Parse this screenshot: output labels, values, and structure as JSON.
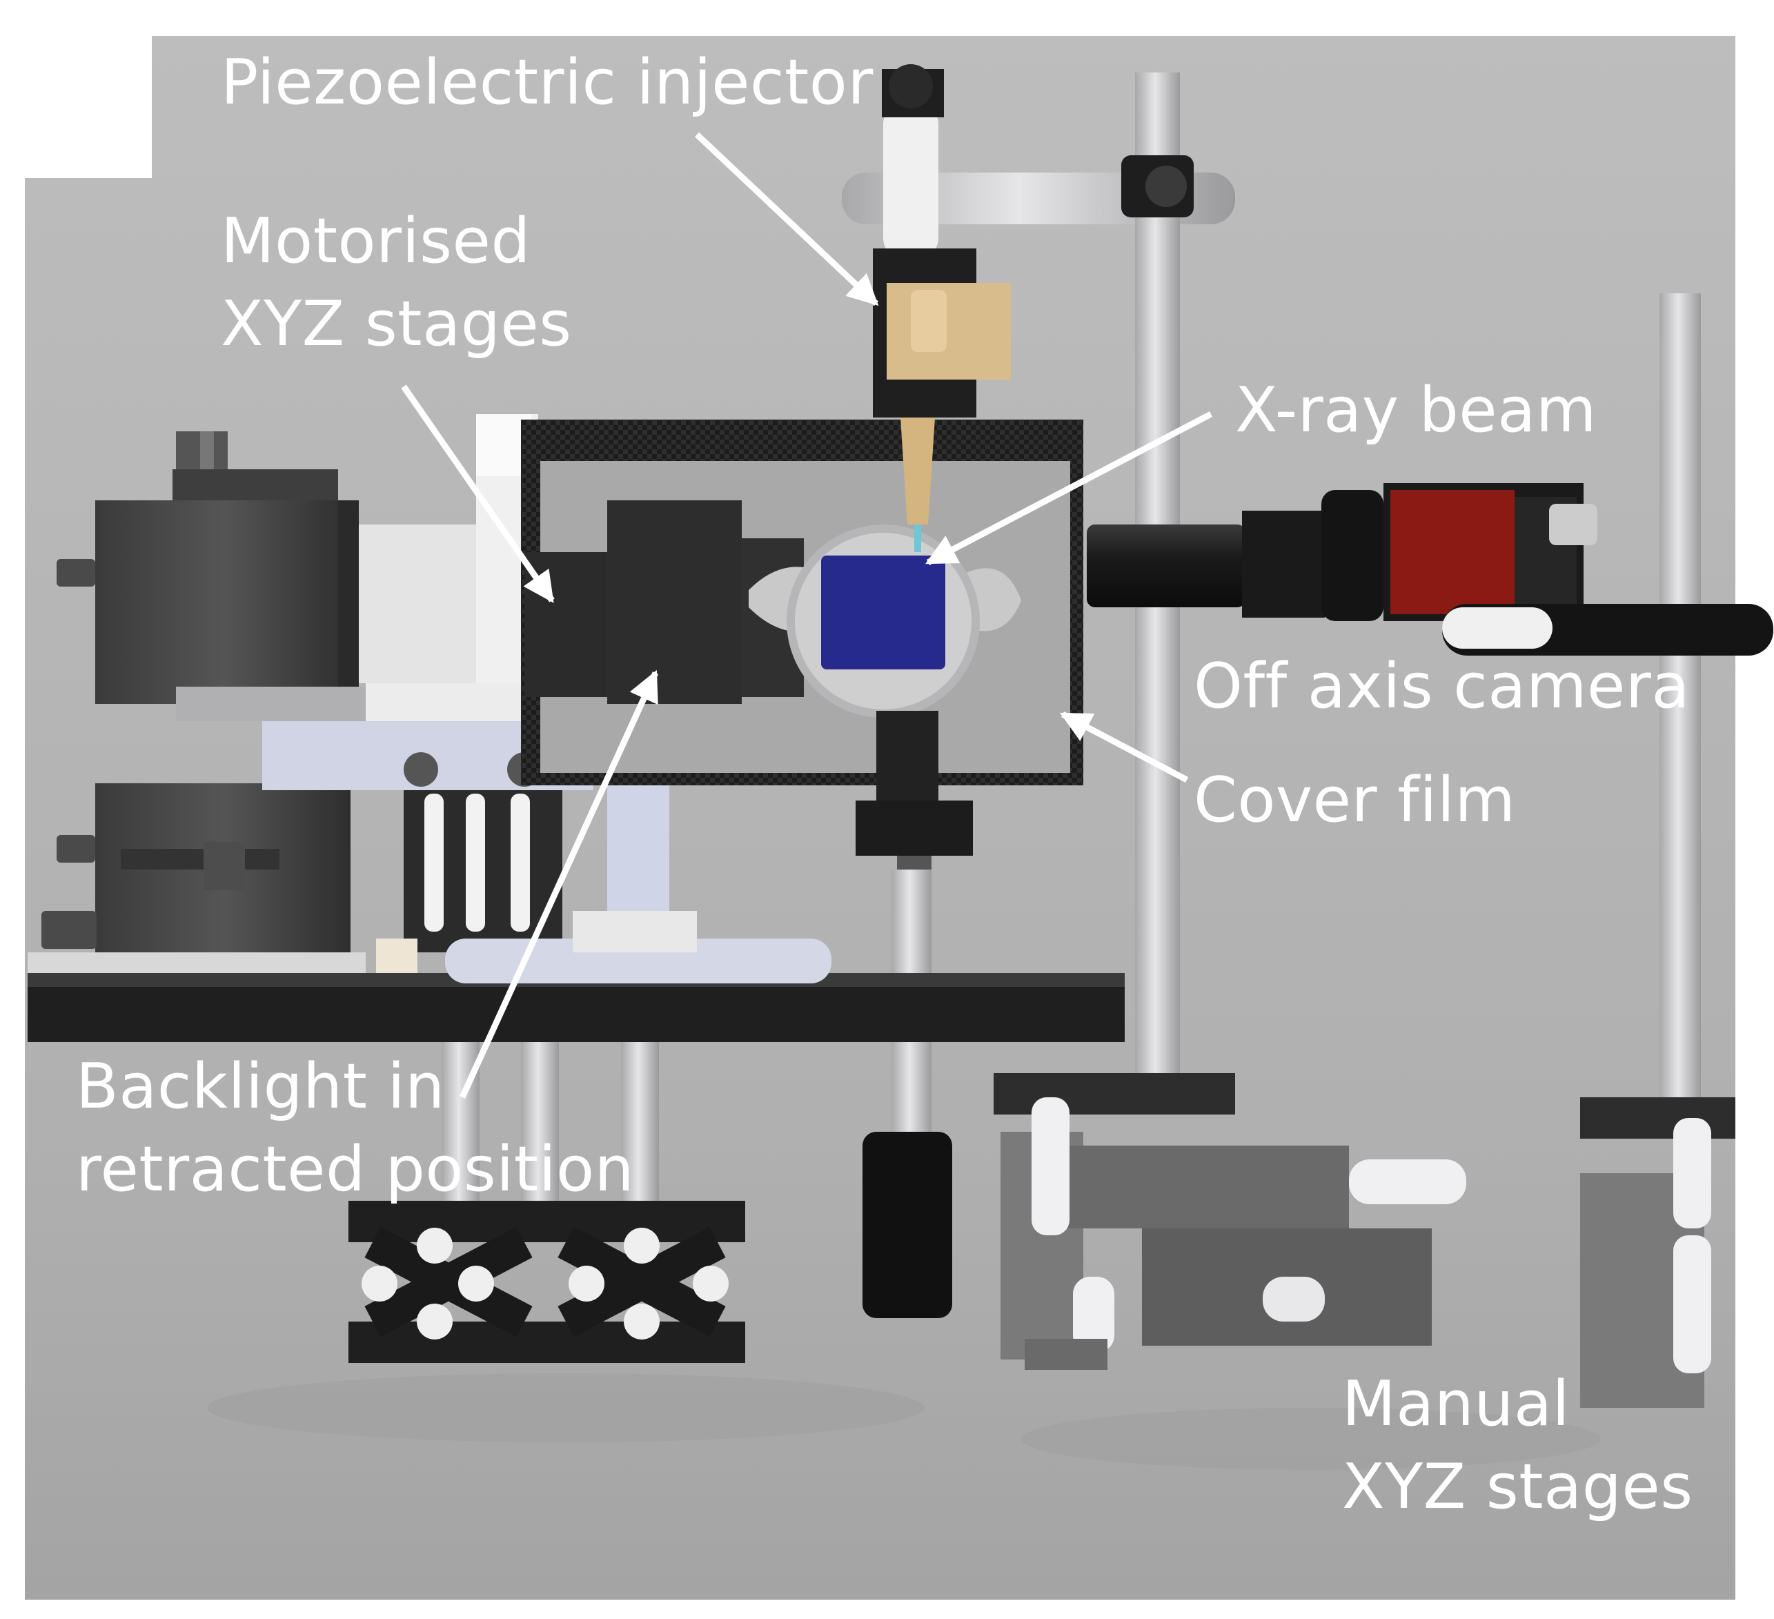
{
  "colors": {
    "background": "#b4b4b4",
    "frame_white": "#ffffff",
    "label_text": "#ffffff",
    "camera_red": "#8c1a14",
    "sample_blue": "#262a8c",
    "injector_tan": "#d8bc8c",
    "hardware_dark": "#2a2a2a",
    "hardware_grey": "#6a6a6a",
    "post_light": "#d6d6d8"
  },
  "labels": {
    "piezo_injector": "Piezoelectric injector",
    "motorised_line1": "Motorised",
    "motorised_line2": "XYZ stages",
    "xray_beam": "X-ray beam",
    "off_axis_camera": "Off axis camera",
    "cover_film": "Cover film",
    "backlight_line1": "Backlight in",
    "backlight_line2": "retracted position",
    "manual_line1": "Manual",
    "manual_line2": "XYZ stages"
  }
}
